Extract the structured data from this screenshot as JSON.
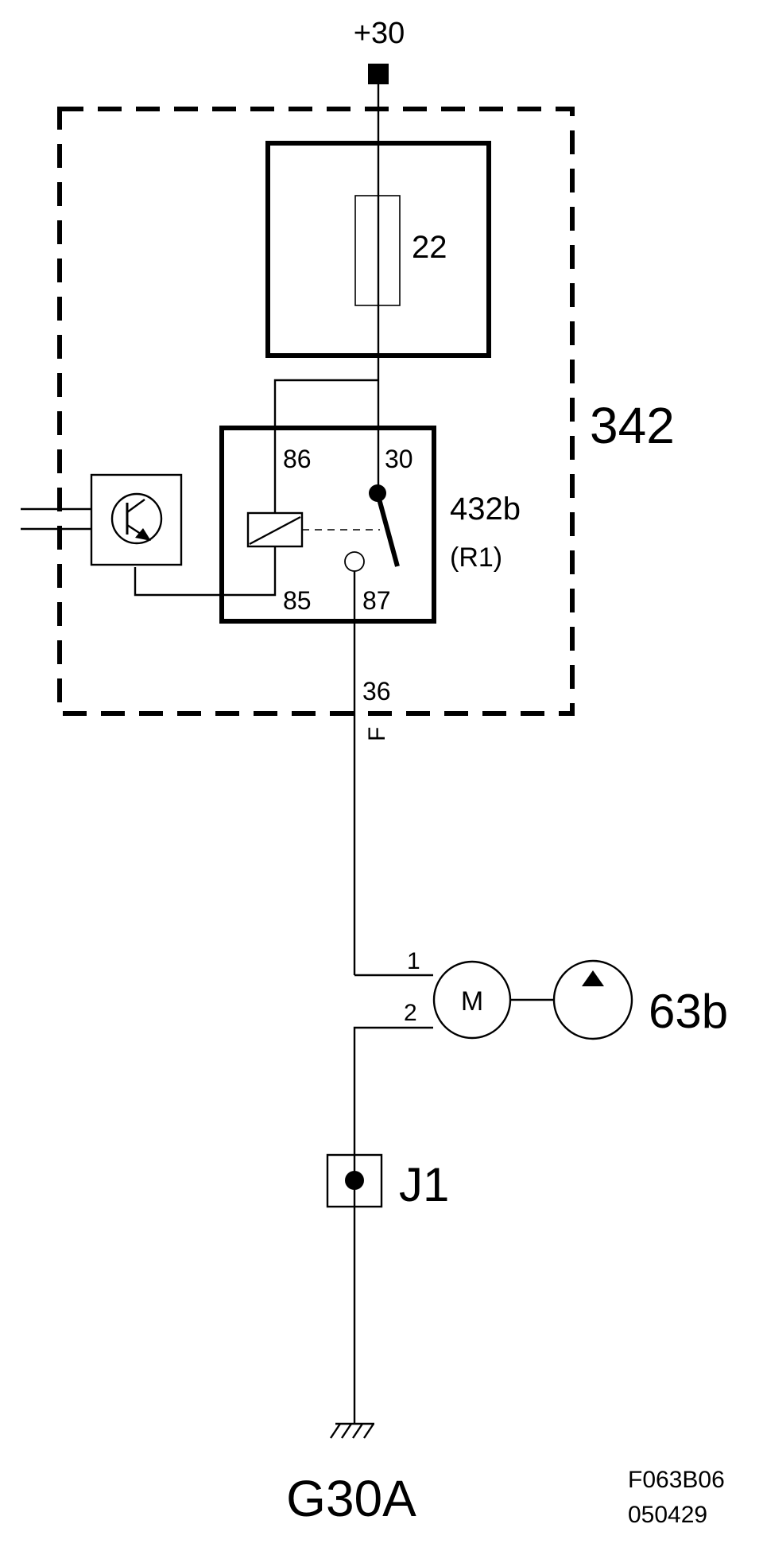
{
  "supply": {
    "label": "+30"
  },
  "module": {
    "label": "342"
  },
  "fuse": {
    "label": "22"
  },
  "relay": {
    "name": "432b",
    "alias": "(R1)",
    "pins": {
      "p86": "86",
      "p30": "30",
      "p85": "85",
      "p87": "87"
    }
  },
  "connector": {
    "pin": "36",
    "letter": "F"
  },
  "motor": {
    "symbol": "M",
    "pin1": "1",
    "pin2": "2"
  },
  "pump": {
    "label": "63b"
  },
  "junction": {
    "label": "J1"
  },
  "ground": {
    "label": "G30A"
  },
  "drawing": {
    "code": "F063B06",
    "date": "050429"
  }
}
